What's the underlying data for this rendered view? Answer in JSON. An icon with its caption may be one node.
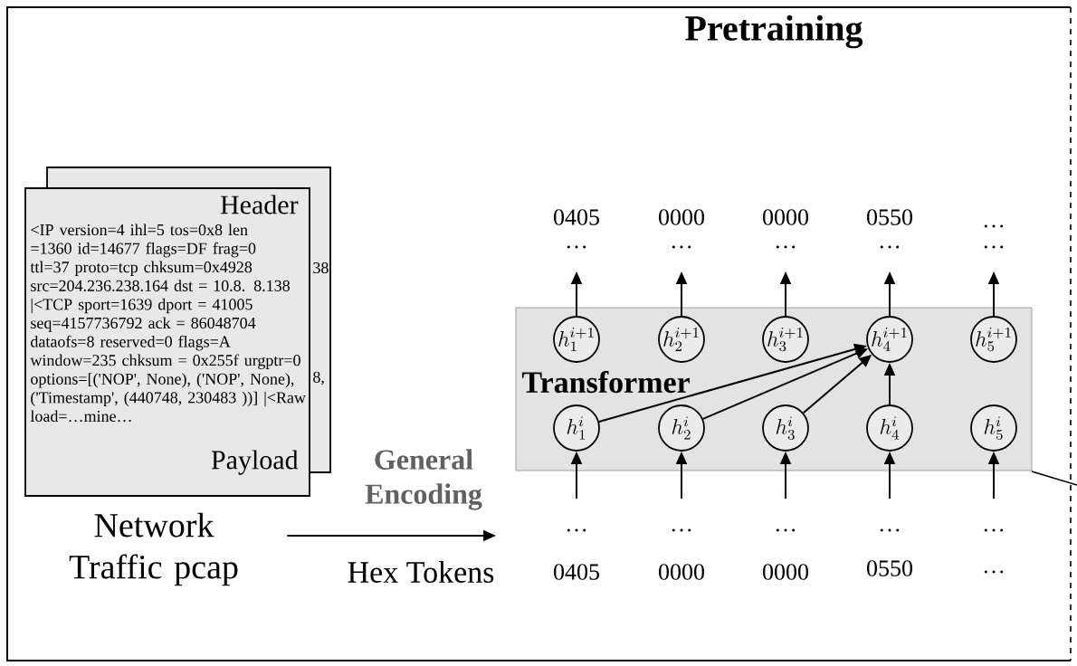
{
  "diagram": {
    "title": "Pretraining",
    "nodes": [
      {
        "text": [
          "Header",
          "<IP  version=4 ihl=5 tos=0x8 len =1360 id=14677 flags=DF frag=0 ttl=37 proto=tcp chksum=0x4928 src=204.236.238.164 dst = 10.8. 8.138 |<TCP  sport=1639 dport = 41005 seq=4157736792 ack = 86048704 dataofs=8 reserved=0 flags=A window=235 chksum = 0x255f urgptr=0 options=[('NOP', None), ('NOP', None), ('Timestamp', (440748, 230483 ))] |<Raw load=…mine…",
          "Payload",
          "38",
          "8,"
        ]
      },
      {
        "text": [
          "Network Traffic pcap"
        ]
      },
      {
        "text": [
          "Transformer"
        ]
      },
      {
        "text": [
          "h^{i}_{1}"
        ],
        "in": 2
      },
      {
        "text": [
          "h^{i}_{2}"
        ],
        "in": 2
      },
      {
        "text": [
          "h^{i}_{3}"
        ],
        "in": 2
      },
      {
        "text": [
          "h^{i}_{4}"
        ],
        "in": 2
      },
      {
        "text": [
          "h^{i}_{5}"
        ],
        "in": 2
      },
      {
        "text": [
          "h^{i+1}_{1}"
        ],
        "in": 2
      },
      {
        "text": [
          "h^{i+1}_{2}"
        ],
        "in": 2
      },
      {
        "text": [
          "h^{i+1}_{3}"
        ],
        "in": 2
      },
      {
        "text": [
          "h^{i+1}_{4}"
        ],
        "in": 2
      },
      {
        "text": [
          "h^{i+1}_{5}"
        ],
        "in": 2
      }
    ],
    "edges": [
      {
        "from": 1,
        "to": null,
        "arrow": "to",
        "label": "General Encoding"
      },
      {
        "from": null,
        "to": 3,
        "arrow": "to"
      },
      {
        "from": null,
        "to": 4,
        "arrow": "to"
      },
      {
        "from": null,
        "to": 5,
        "arrow": "to"
      },
      {
        "from": null,
        "to": 6,
        "arrow": "to"
      },
      {
        "from": null,
        "to": 7,
        "arrow": "to"
      },
      {
        "from": 3,
        "to": 11,
        "arrow": "to"
      },
      {
        "from": 4,
        "to": 11,
        "arrow": "to"
      },
      {
        "from": 5,
        "to": 11,
        "arrow": "to"
      },
      {
        "from": 6,
        "to": 11,
        "arrow": "to"
      },
      {
        "from": 8,
        "to": null,
        "arrow": "to"
      },
      {
        "from": 9,
        "to": null,
        "arrow": "to"
      },
      {
        "from": 10,
        "to": null,
        "arrow": "to"
      },
      {
        "from": 11,
        "to": null,
        "arrow": "to"
      },
      {
        "from": 12,
        "to": null,
        "arrow": "to"
      }
    ],
    "labels": [
      "0405",
      "0000",
      "0000",
      "0550",
      "…",
      "…",
      "…",
      "…",
      "…",
      "…",
      "…",
      "…",
      "…",
      "…",
      "…",
      "Hex Tokens",
      "0405",
      "0000",
      "0000",
      "0550",
      "…"
    ]
  }
}
